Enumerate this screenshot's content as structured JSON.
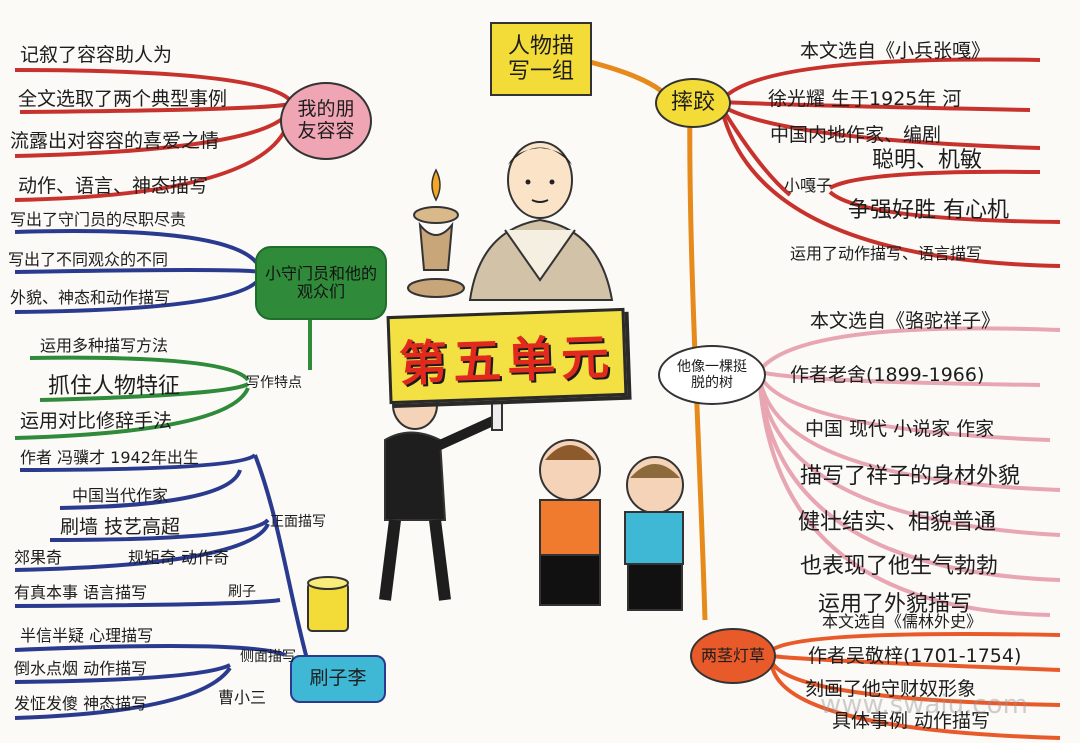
{
  "center": {
    "title": "第五单元"
  },
  "top_box": {
    "text": "人物描写一组"
  },
  "branches": {
    "pinzhui": {
      "label": "摔跤",
      "items": [
        "本文选自《小兵张嘎》",
        "徐光耀 生于1925年 河",
        "中国内地作家、编剧"
      ],
      "sub_label": "小嘎子",
      "sub_items": [
        "聪明、机敏",
        "争强好胜 有心机"
      ],
      "last": "运用了动作描写、语言描写"
    },
    "tuo": {
      "label": "他像一棵挺脱的树",
      "items": [
        "本文选自《骆驼祥子》",
        "作者老舍(1899-1966)",
        "中国 现代 小说家 作家",
        "描写了祥子的身材外貌",
        "健壮结实、相貌普通",
        "也表现了他生气勃勃",
        "运用了外貌描写"
      ]
    },
    "liangjing": {
      "label": "两茎灯草",
      "items": [
        "本文选自《儒林外史》",
        "作者吴敬梓(1701-1754)",
        "刻画了他守财奴形象",
        "具体事例 动作描写"
      ]
    },
    "pengyou": {
      "label": "我的朋友容容",
      "items": [
        "记叙了容容助人为",
        "全文选取了两个典型事例",
        "流露出对容容的喜爱之情",
        "动作、语言、神态描写"
      ]
    },
    "xiaomen": {
      "label": "小守门员和他的观众们",
      "items": [
        "写出了守门员的尽职尽责",
        "写出了不同观众的不同",
        "外貌、神态和动作描写"
      ]
    },
    "xiezuo": {
      "label": "写作特点",
      "items": [
        "运用多种描写方法",
        "抓住人物特征",
        "运用对比修辞手法"
      ]
    },
    "shuaqiang": {
      "label": "刷子李",
      "author": "作者 冯骥才 1942年出生",
      "author_sub": "中国当代作家",
      "zhengmian": {
        "label": "正面描写",
        "items": [
          "刷墙 技艺高超",
          "规矩奇 动作奇"
        ]
      },
      "shuaqi": {
        "label": "刷子",
        "items": [
          "郊果奇",
          "有真本事 语言描写"
        ]
      },
      "cemian": {
        "label": "侧面描写",
        "who": "曹小三",
        "items": [
          "半信半疑 心理描写",
          "倒水点烟 动作描写",
          "发怔发傻 神态描写"
        ]
      }
    }
  },
  "watermark": "www.swaiu.com",
  "colors": {
    "red": "#c8322c",
    "orange": "#e68a1c",
    "green": "#2f8a3a",
    "green_dark": "#1f6e2c",
    "navy": "#2a3b8f",
    "pink": "#e7a6b2",
    "yellow": "#f3e043",
    "cyan": "#3fb8d6"
  }
}
